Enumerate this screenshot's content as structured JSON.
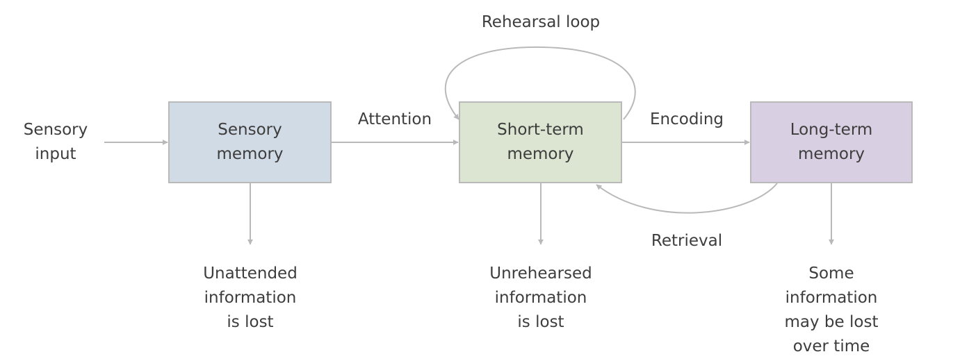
{
  "diagram": {
    "input_label": "Sensory\ninput",
    "boxes": {
      "sensory": {
        "label": "Sensory\nmemory",
        "color": "#d1dbe6"
      },
      "short_term": {
        "label": "Short-term\nmemory",
        "color": "#dbe5d1"
      },
      "long_term": {
        "label": "Long-term\nmemory",
        "color": "#d8d0e2"
      }
    },
    "edges": {
      "attention": "Attention",
      "encoding": "Encoding",
      "retrieval": "Retrieval",
      "rehearsal": "Rehearsal loop"
    },
    "losses": {
      "sensory": "Unattended\ninformation\nis lost",
      "short_term": "Unrehearsed\ninformation\nis lost",
      "long_term": "Some\ninformation\nmay be lost\nover time"
    },
    "line_color": "#b9b9b9"
  }
}
